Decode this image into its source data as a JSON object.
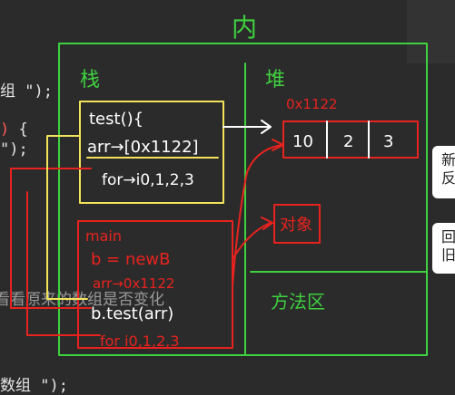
{
  "editor": {
    "line1": "组 \");",
    "line2_paren": ")",
    "line2_brace": " {",
    "line3": "\");",
    "line4": "数组 \");"
  },
  "subtitle": "看看原来的数组是否变化",
  "toasts": {
    "top": [
      "新",
      "反"
    ],
    "bottom": [
      "回",
      "旧"
    ]
  },
  "drawing": {
    "title": "内",
    "stack_label": "栈",
    "heap_label": "堆",
    "method_area_label": "方法区",
    "test_frame": [
      "test(){",
      "arr→[0x1122]",
      "for→i0,1,2,3"
    ],
    "main_frame": [
      "main",
      "b = newB",
      "arr→0x1122",
      "b.test(arr)",
      "for i0,1,2,3"
    ],
    "heap_address": "0x1122",
    "heap_array": [
      "10",
      "2",
      "3"
    ],
    "heap_object": "对象",
    "colors": {
      "green": "#3fd13f",
      "yellow": "#f2e35a",
      "red": "#e8231f",
      "white": "#ffffff"
    }
  }
}
